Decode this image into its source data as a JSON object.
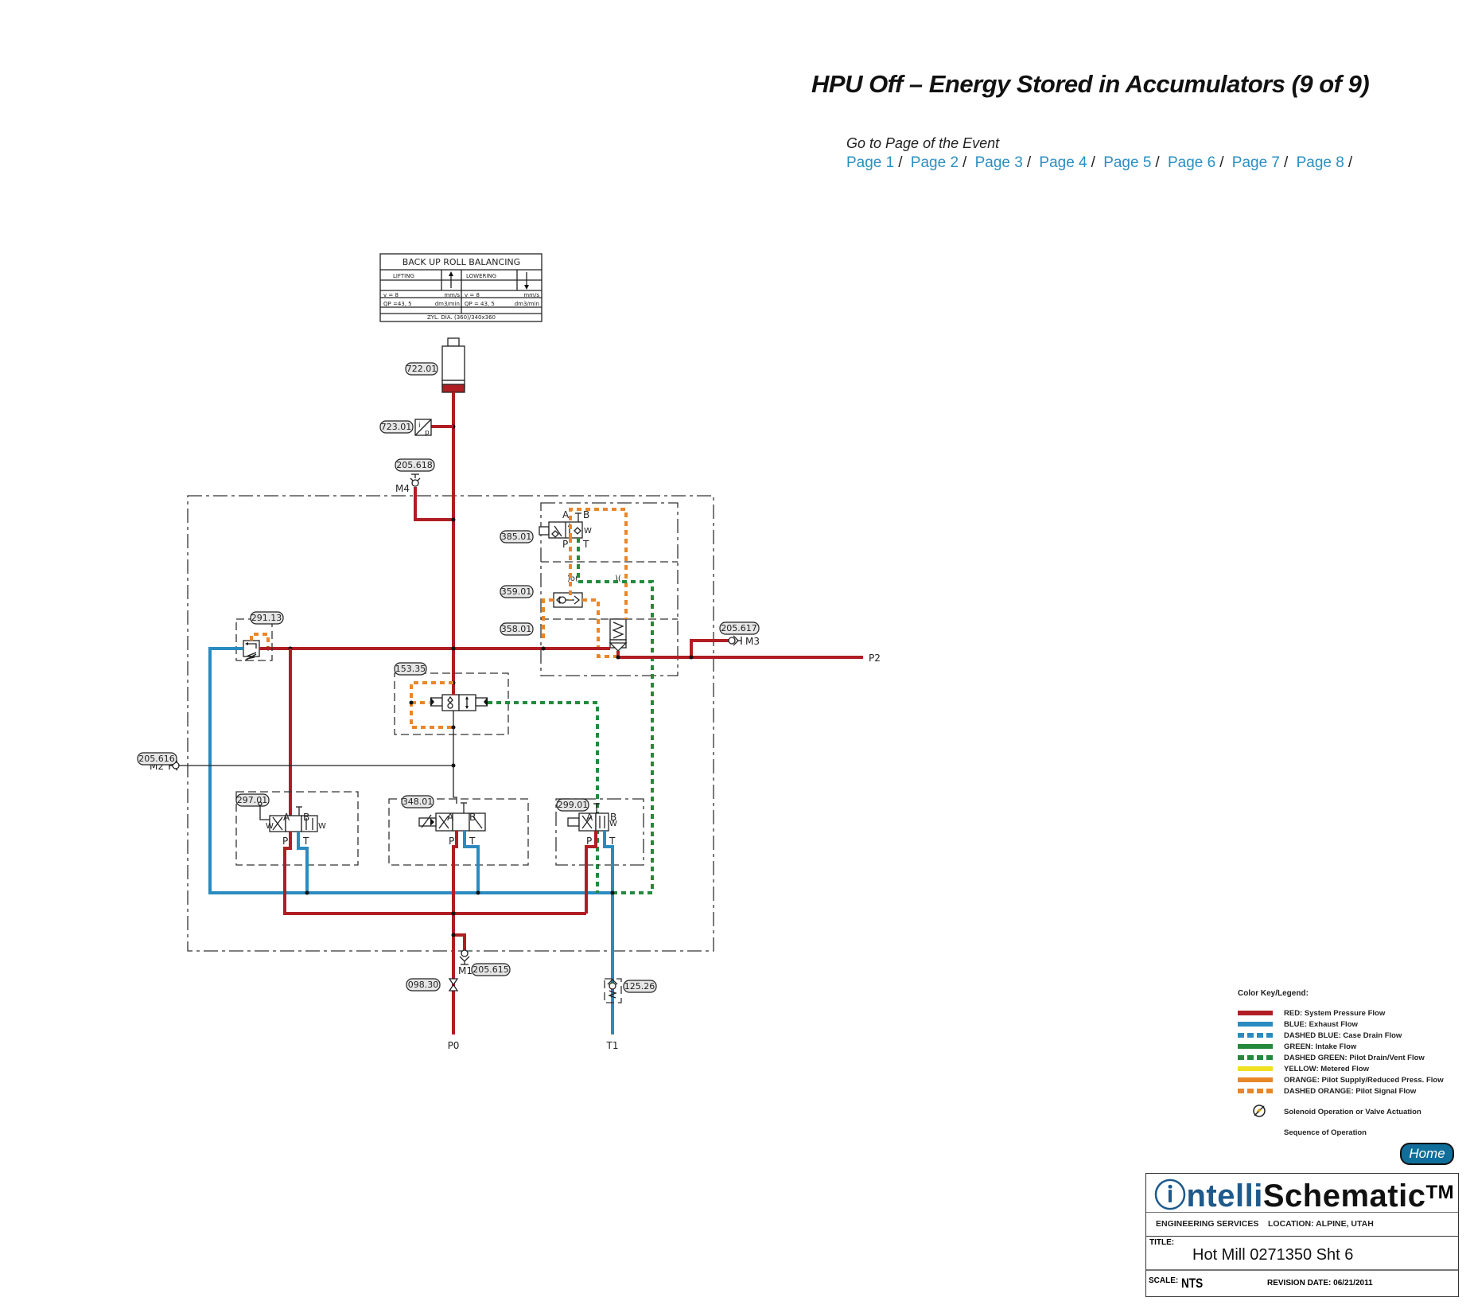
{
  "page": {
    "title": "HPU Off – Energy Stored in Accumulators (9 of 9)",
    "goto_label": "Go to Page  of the Event",
    "page_links": [
      "Page 1",
      "Page 2",
      "Page 3",
      "Page 4",
      "Page 5",
      "Page 6",
      "Page 7",
      "Page 8"
    ],
    "separator": "/"
  },
  "info_table": {
    "title": "BACK UP ROLL BALANCING",
    "lifting": "LIFTING",
    "lowering": "LOWERING",
    "v_left": "v = 8",
    "v_left_unit": "mm/s",
    "v_right": "v = 8",
    "v_right_unit": "mm/s",
    "qp_left": "QP =43, 5",
    "qp_left_unit": "dm3/min",
    "qp_right": "QP = 43, 5",
    "qp_right_unit": "dm3/min",
    "cyl_dia": "ZYL. DIA. (360)/340x360"
  },
  "components": {
    "c722": "722.01",
    "c723": "723.01",
    "c205_618": "205.618",
    "c385": "385.01",
    "c359": "359.01",
    "c358": "358.01",
    "c291": "291.13",
    "c153": "153.35",
    "c205_617": "205.617",
    "c205_616": "205.616",
    "c297": "297.01",
    "c348": "348.01",
    "c299": "299.01",
    "c098": "098.30",
    "c205_615": "205.615",
    "c125": "125.26"
  },
  "ports": {
    "M1": "M1",
    "M2": "M2",
    "M3": "M3",
    "M4": "M4",
    "P0": "P0",
    "T1": "T1",
    "P2": "P2",
    "A": "A",
    "B": "B",
    "P": "P",
    "T": "T",
    "W": "W",
    "i": "i",
    "p": "p"
  },
  "legend": {
    "header": "Color Key/Legend:",
    "items": [
      {
        "label": "RED: System Pressure Flow",
        "color": "#b01e24",
        "dashed": false
      },
      {
        "label": "BLUE: Exhaust Flow",
        "color": "#2a8bc0",
        "dashed": false
      },
      {
        "label": "DASHED BLUE: Case Drain Flow",
        "color": "#2a8bc0",
        "dashed": true
      },
      {
        "label": "GREEN: Intake Flow",
        "color": "#238a3c",
        "dashed": false
      },
      {
        "label": "DASHED GREEN: Pilot Drain/Vent Flow",
        "color": "#238a3c",
        "dashed": true
      },
      {
        "label": "YELLOW: Metered Flow",
        "color": "#f0e020",
        "dashed": false
      },
      {
        "label": "ORANGE: Pilot Supply/Reduced Press. Flow",
        "color": "#e8872a",
        "dashed": false
      },
      {
        "label": "DASHED ORANGE: Pilot Signal Flow",
        "color": "#e8872a",
        "dashed": true
      }
    ],
    "solenoid_label": "Solenoid Operation or Valve Actuation",
    "sequence_label": "Sequence of Operation"
  },
  "home_button": "Home",
  "title_block": {
    "logo_blue": "ⓘntelli",
    "logo_black": "Schematic",
    "logo_tm": "TM",
    "engineering": "ENGINEERING SERVICES",
    "location": "LOCATION: ALPINE, UTAH",
    "title_key": "TITLE:",
    "title_value": "Hot Mill 0271350 Sht 6",
    "scale_key": "SCALE:",
    "scale_value": "NTS",
    "revision": "REVISION DATE: 06/21/2011"
  },
  "colors": {
    "red": "#b01e24",
    "blue": "#2a8bc0",
    "green": "#238a3c",
    "orange": "#e8872a",
    "link": "#2a8fc1"
  }
}
